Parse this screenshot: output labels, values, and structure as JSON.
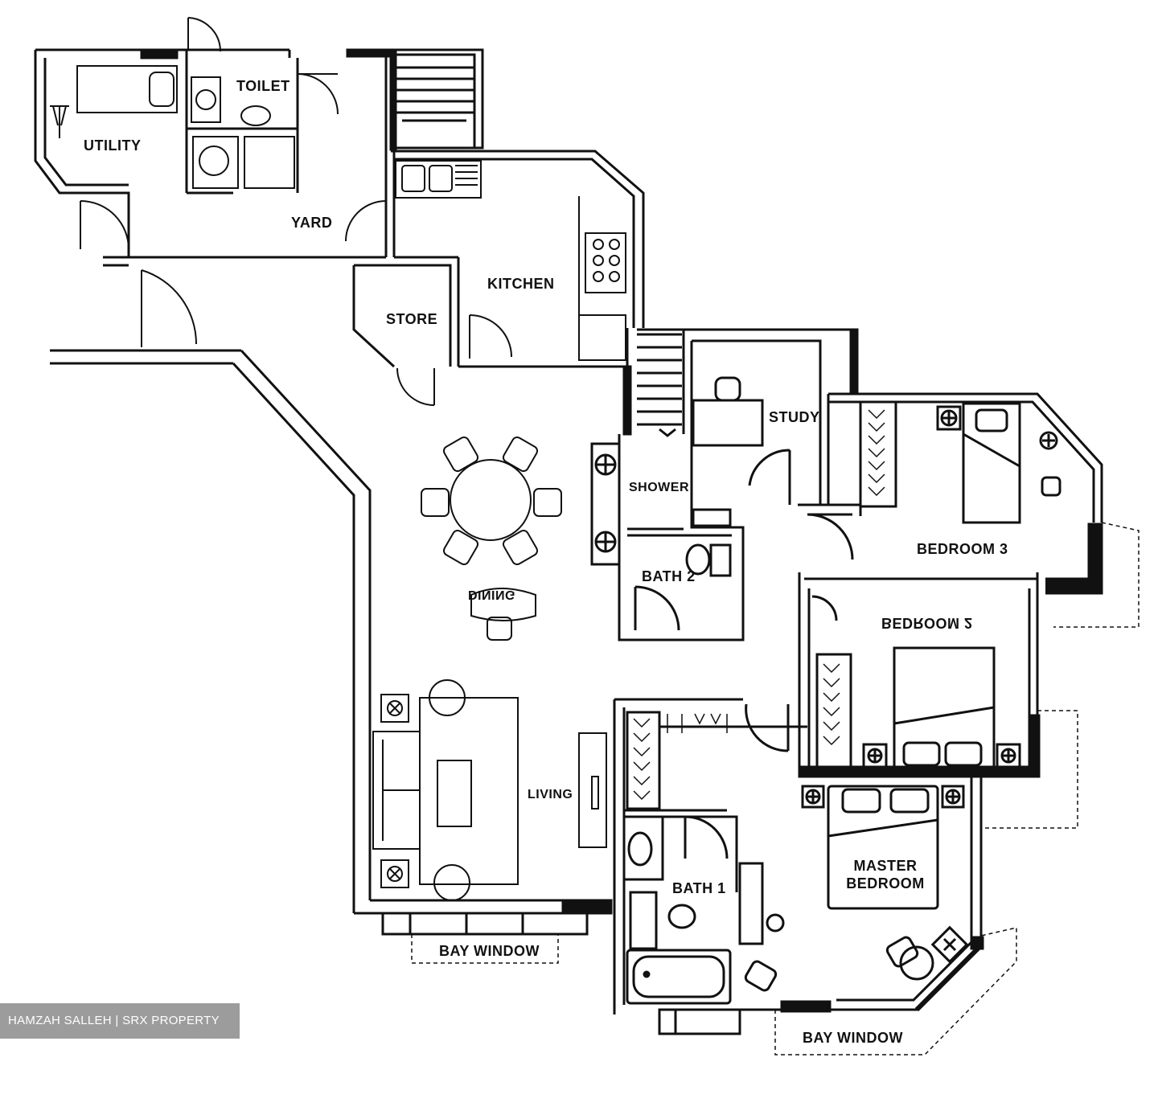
{
  "rooms": {
    "utility": "UTILITY",
    "toilet": "TOILET",
    "yard": "YARD",
    "kitchen": "KITCHEN",
    "store": "STORE",
    "study": "STUDY",
    "shower": "SHOWER",
    "bath2": "BATH 2",
    "bedroom3": "BEDROOM 3",
    "bedroom2": "BEDROOM 2",
    "living": "LIVING",
    "dining": "DINING",
    "bath1": "BATH 1",
    "master_bedroom": "MASTER BEDROOM",
    "bay_window_living": "BAY WINDOW",
    "bay_window_master": "BAY WINDOW"
  },
  "watermark": "HAMZAH SALLEH | SRX PROPERTY"
}
